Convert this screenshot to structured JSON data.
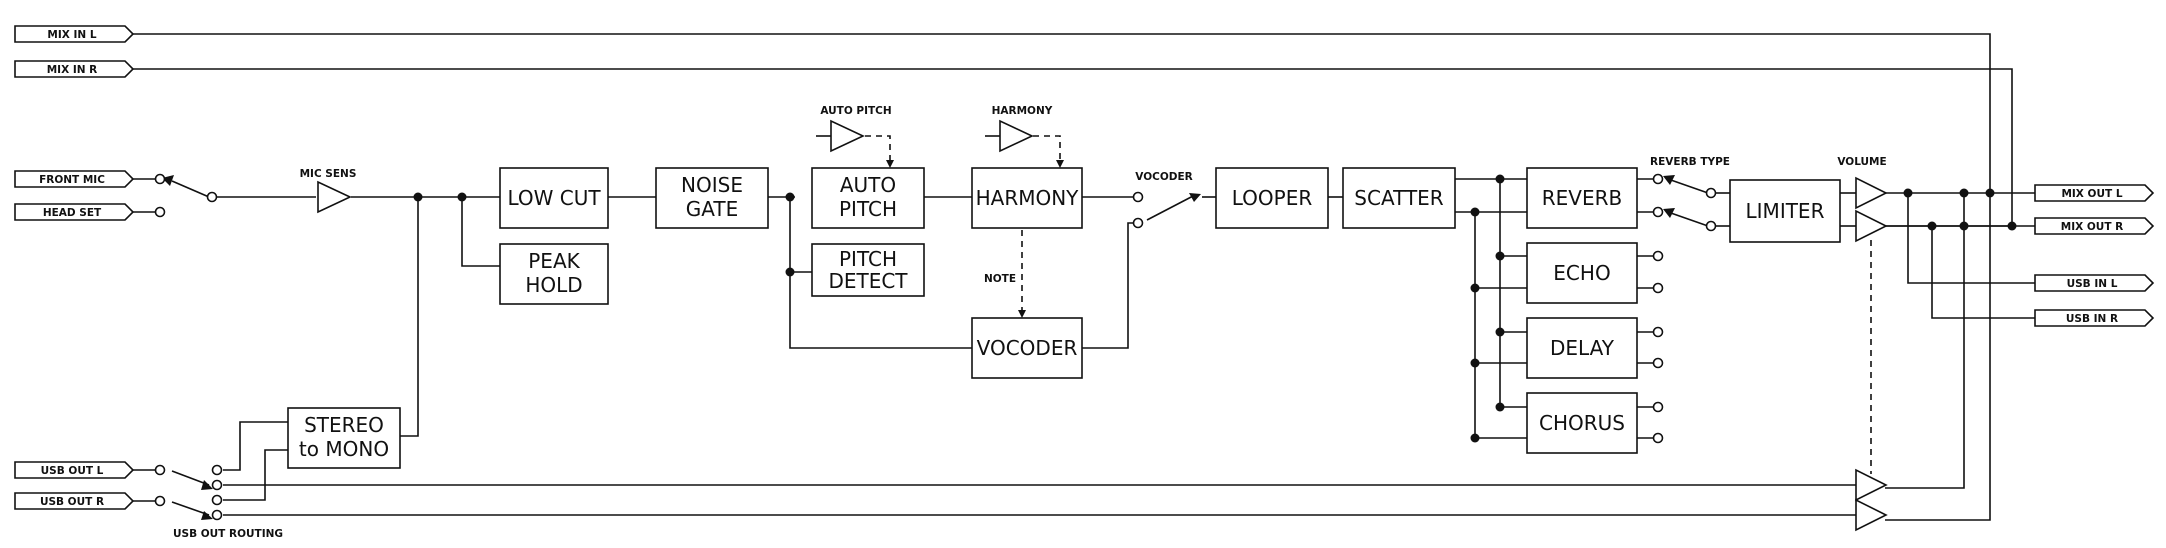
{
  "io": {
    "mix_in_l": "MIX IN L",
    "mix_in_r": "MIX IN R",
    "front_mic": "FRONT MIC",
    "head_set": "HEAD SET",
    "usb_out_l": "USB OUT L",
    "usb_out_r": "USB OUT R",
    "mix_out_l": "MIX OUT L",
    "mix_out_r": "MIX OUT R",
    "usb_in_l": "USB IN L",
    "usb_in_r": "USB IN R"
  },
  "labels": {
    "mic_sens": "MIC SENS",
    "auto_pitch": "AUTO PITCH",
    "harmony": "HARMONY",
    "vocoder": "VOCODER",
    "note": "NOTE",
    "reverb_type": "REVERB TYPE",
    "volume": "VOLUME",
    "usb_out_routing": "USB OUT ROUTING"
  },
  "blocks": {
    "low_cut": "LOW CUT",
    "peak_hold": [
      "PEAK",
      "HOLD"
    ],
    "noise_gate": [
      "NOISE",
      "GATE"
    ],
    "auto_pitch": [
      "AUTO",
      "PITCH"
    ],
    "pitch_detect": [
      "PITCH",
      "DETECT"
    ],
    "harmony": "HARMONY",
    "vocoder": "VOCODER",
    "looper": "LOOPER",
    "scatter": "SCATTER",
    "reverb": "REVERB",
    "echo": "ECHO",
    "delay": "DELAY",
    "chorus": "CHORUS",
    "limiter": "LIMITER",
    "stereo_to_mono": [
      "STEREO",
      "to MONO"
    ]
  }
}
